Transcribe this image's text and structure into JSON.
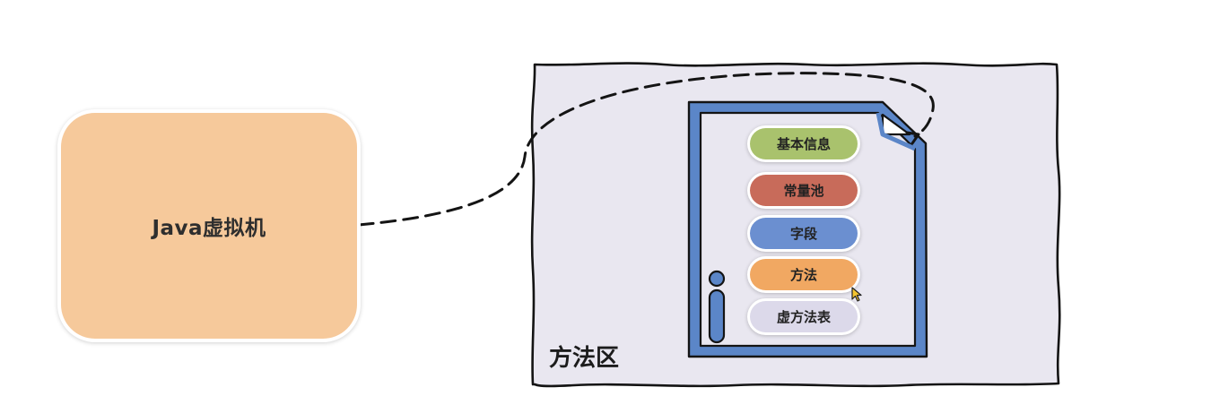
{
  "jvm": {
    "label": "Java虚拟机",
    "color": "#f6c99b"
  },
  "method_area": {
    "label": "方法区",
    "background": "#e9e7f0"
  },
  "class_file": {
    "border_color": "#5b86c8",
    "items": [
      {
        "label": "基本信息",
        "color": "#a9c26d"
      },
      {
        "label": "常量池",
        "color": "#c86b5a"
      },
      {
        "label": "字段",
        "color": "#6b8fd0"
      },
      {
        "label": "方法",
        "color": "#f1a862"
      },
      {
        "label": "虚方法表",
        "color": "#dcd9ea"
      }
    ],
    "info_icon": "info-i-icon"
  },
  "connector": {
    "style": "dashed",
    "from": "jvm",
    "to": "class_file"
  },
  "cursor_icon": "mouse-pointer-icon"
}
